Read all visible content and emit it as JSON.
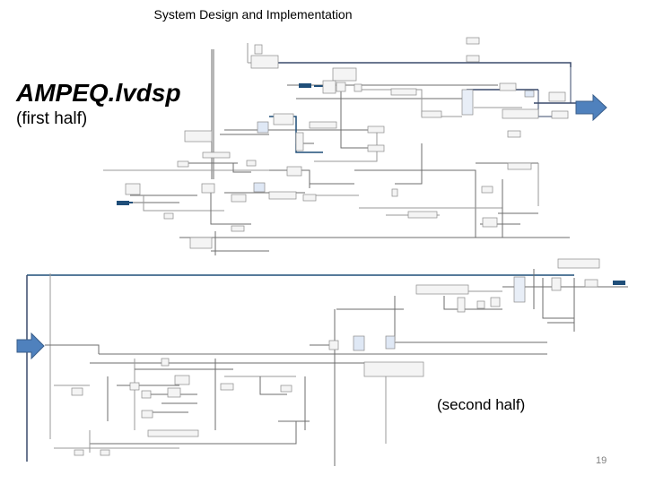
{
  "slide": {
    "header_title": "System Design and Implementation",
    "main_title": "AMPEQ.lvdsp",
    "first_half_label": "(first half)",
    "second_half_label": "(second half)",
    "slide_number": "19"
  },
  "colors": {
    "arrow_fill": "#4f81bd",
    "arrow_stroke": "#385d8a",
    "wire_blue": "#1f4e79",
    "wire_navy": "#3a4a6b",
    "wire_gray": "#6e6e6e",
    "wire_light": "#9a9a9a"
  },
  "icons": {
    "right_arrow_top": "blue-right-arrow-icon",
    "right_arrow_left": "blue-right-arrow-icon"
  }
}
